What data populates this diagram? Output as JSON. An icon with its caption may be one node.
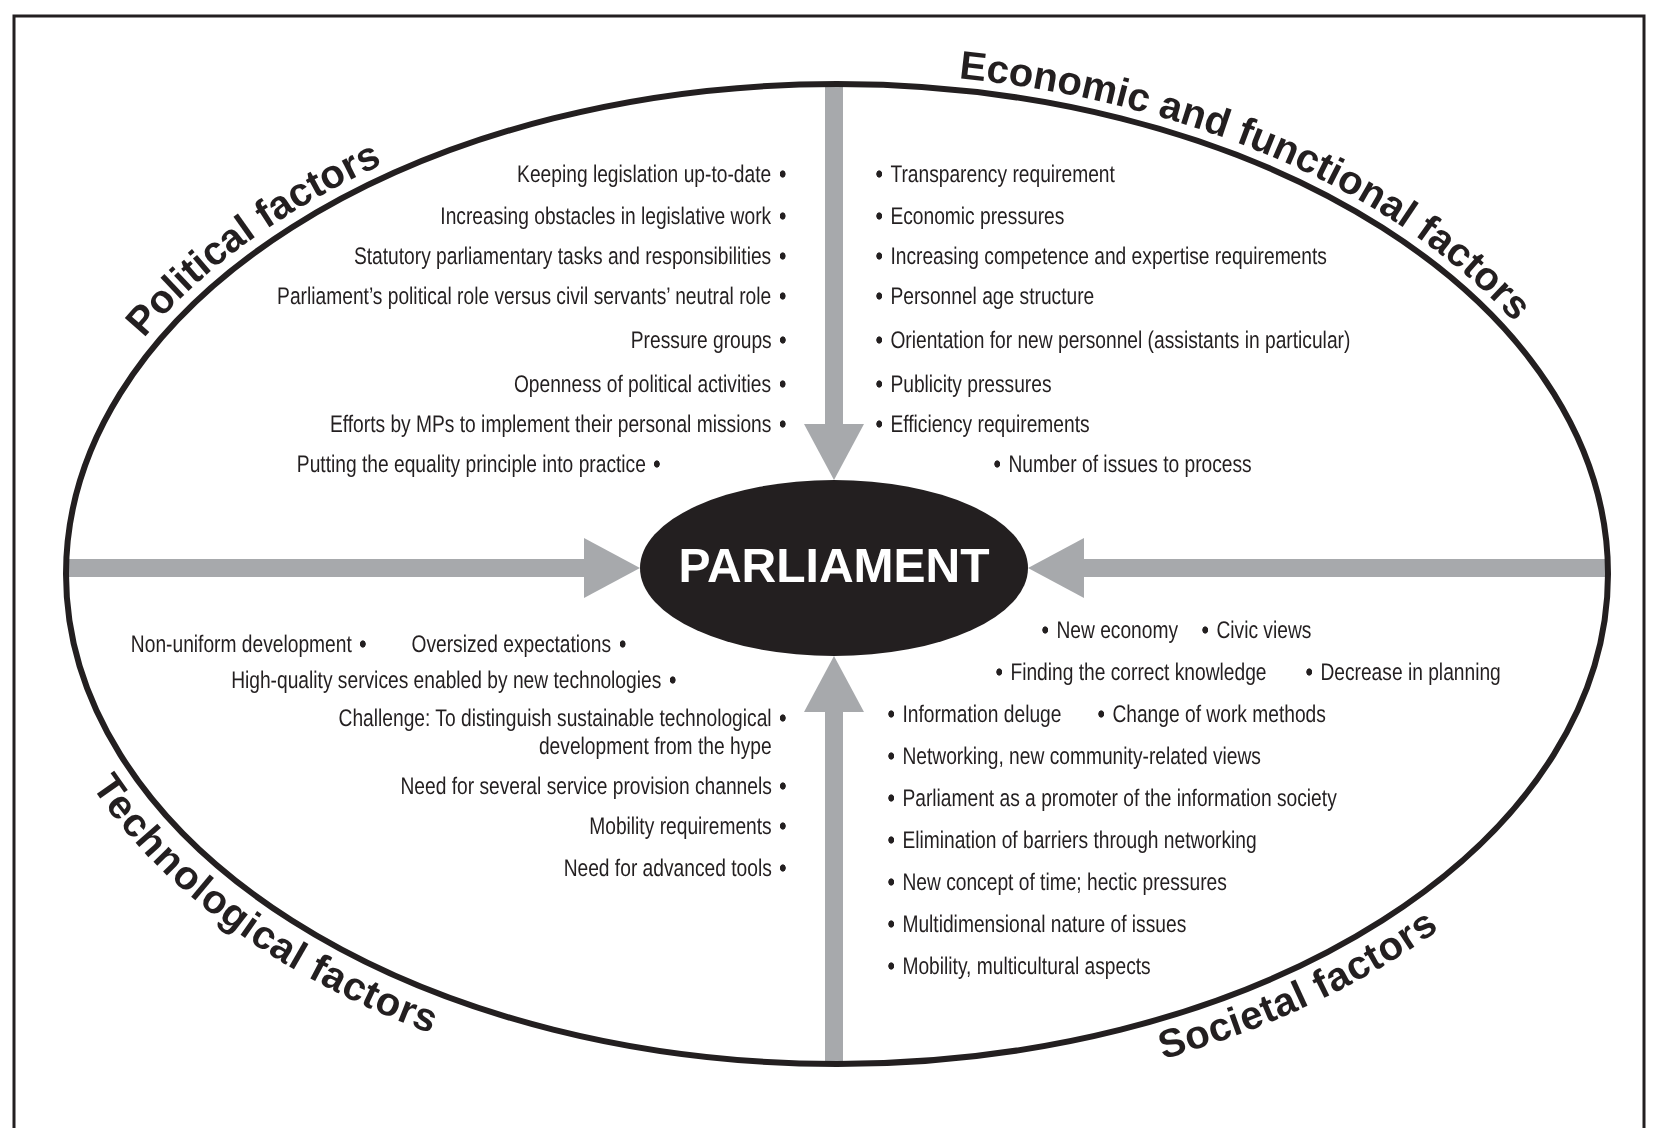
{
  "diagram": {
    "nodes": [
      {
        "text": [],
        "shape": "ellipse"
      },
      {
        "text": [
          "PARLIAMENT"
        ],
        "in": 0
      }
    ],
    "edges": [
      {
        "from": 0,
        "to": 1,
        "arrow": "to"
      },
      {
        "from": 0,
        "to": 1,
        "arrow": "to"
      },
      {
        "from": 0,
        "to": 1,
        "arrow": "to"
      },
      {
        "from": 0,
        "to": 1,
        "arrow": "to"
      }
    ],
    "labels": [
      "Political factors",
      "Economic and functional factors",
      "Keeping legislation up-to-date",
      "Increasing obstacles in legislative work",
      "Statutory parliamentary tasks and responsibilities",
      "Parliament’s political role versus civil servants’ neutral role",
      "Pressure groups",
      "Openness of political activities",
      "Efforts by MPs to implement their personal missions",
      "Putting the equality principle into practice",
      "Transparency requirement",
      "Economic pressures",
      "Increasing competence and expertise requirements",
      "Personnel age structure",
      "Orientation for new personnel (assistants in particular)",
      "Publicity pressures",
      "Efficiency requirements",
      "Number of issues to process",
      "Non-uniform development",
      "Oversized expectations",
      "High-quality services enabled by new technologies",
      "Challenge: To distinguish sustainable technological development from the hype",
      "Need for several service provision channels",
      "Mobility requirements",
      "Need for advanced tools",
      "New economy",
      "Civic views",
      "Finding the correct knowledge",
      "Decrease in planning",
      "Information deluge",
      "Change of work methods",
      "Networking, new community-related views",
      "Parliament as a promoter of the information society",
      "Elimination of barriers through networking",
      "New concept of time; hectic pressures",
      "Multidimensional nature of issues",
      "Mobility, multicultural aspects",
      "Technological factors",
      "Societal factors"
    ]
  }
}
